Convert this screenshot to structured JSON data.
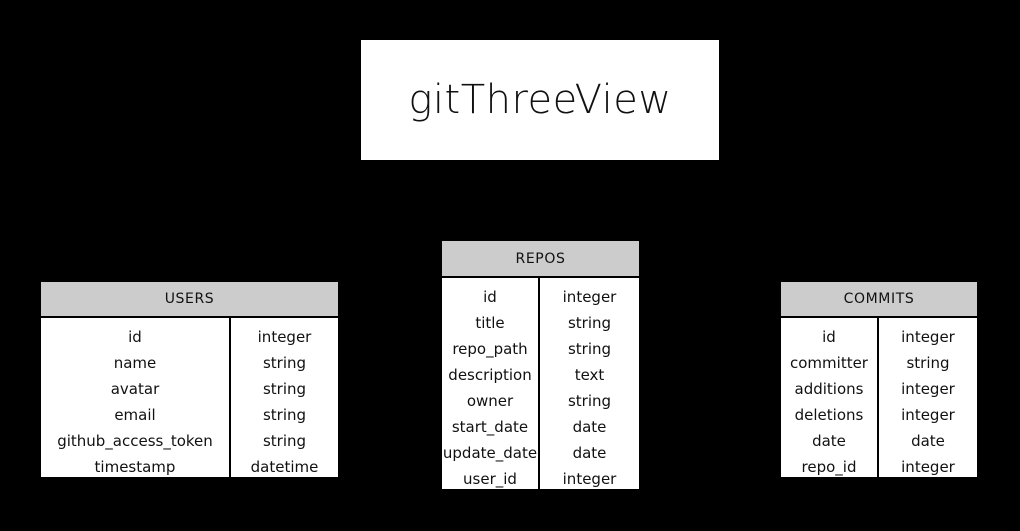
{
  "title_card": {
    "text": "gitThreeView"
  },
  "diagram": {
    "background_color": "#000000",
    "surface_color": "#ffffff",
    "header_color": "#cccccc",
    "line_color": "#000000",
    "entities": [
      {
        "id": "users",
        "name": "USERS",
        "columns": [
          {
            "field": "id",
            "type": "integer"
          },
          {
            "field": "name",
            "type": "string"
          },
          {
            "field": "avatar",
            "type": "string"
          },
          {
            "field": "email",
            "type": "string"
          },
          {
            "field": "github_access_token",
            "type": "string"
          },
          {
            "field": "timestamp",
            "type": "datetime"
          }
        ]
      },
      {
        "id": "repos",
        "name": "REPOS",
        "columns": [
          {
            "field": "id",
            "type": "integer"
          },
          {
            "field": "title",
            "type": "string"
          },
          {
            "field": "repo_path",
            "type": "string"
          },
          {
            "field": "description",
            "type": "text"
          },
          {
            "field": "owner",
            "type": "string"
          },
          {
            "field": "start_date",
            "type": "date"
          },
          {
            "field": "update_date",
            "type": "date"
          },
          {
            "field": "user_id",
            "type": "integer"
          }
        ]
      },
      {
        "id": "commits",
        "name": "COMMITS",
        "columns": [
          {
            "field": "id",
            "type": "integer"
          },
          {
            "field": "committer",
            "type": "string"
          },
          {
            "field": "additions",
            "type": "integer"
          },
          {
            "field": "deletions",
            "type": "integer"
          },
          {
            "field": "date",
            "type": "date"
          },
          {
            "field": "repo_id",
            "type": "integer"
          }
        ]
      }
    ]
  }
}
